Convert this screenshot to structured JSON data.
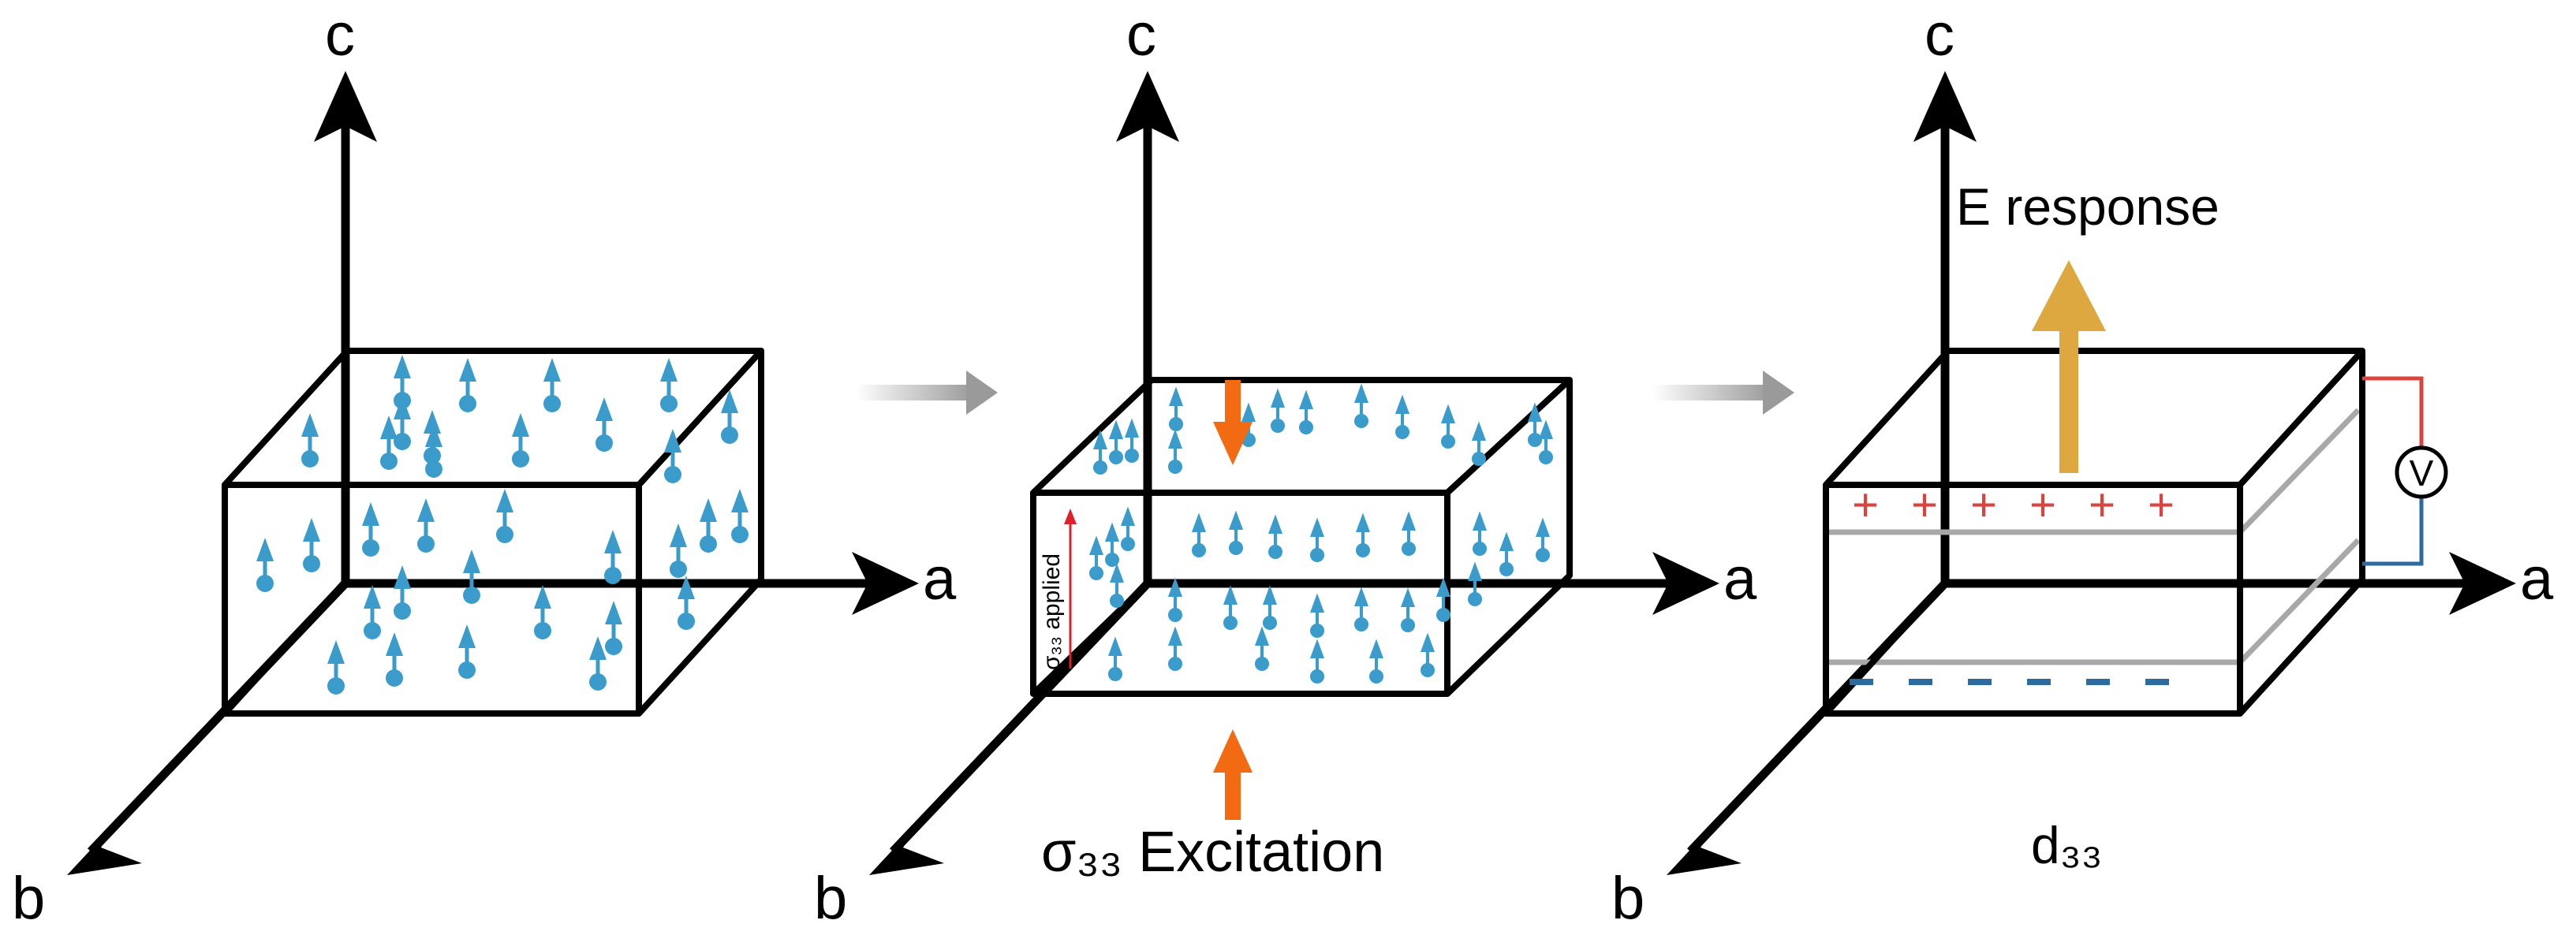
{
  "panels": [
    {
      "axis_labels": {
        "a": "a",
        "b": "b",
        "c": "c"
      }
    },
    {
      "axis_labels": {
        "a": "a",
        "b": "b",
        "c": "c"
      },
      "applied_label": "σ₃₃ applied",
      "excitation_label": "σ₃₃ Excitation"
    },
    {
      "axis_labels": {
        "a": "a",
        "b": "b",
        "c": "c"
      },
      "response_label": "E response",
      "coefficient_label": "d₃₃",
      "voltmeter_label": "V",
      "positive_signs": [
        "+",
        "+",
        "+",
        "+",
        "+",
        "+"
      ]
    }
  ],
  "colors": {
    "dipole": "#3b9ccb",
    "stress_arrow": "#f26a12",
    "response_arrow": "#dca83f",
    "positive": "#d9443f",
    "negative": "#2d6aa0",
    "transition_arrow": "#9a9a9a"
  },
  "icons": [
    "dipole-arrow-icon",
    "transition-arrow-icon",
    "stress-arrow-icon",
    "response-arrow-icon",
    "voltmeter-icon"
  ]
}
